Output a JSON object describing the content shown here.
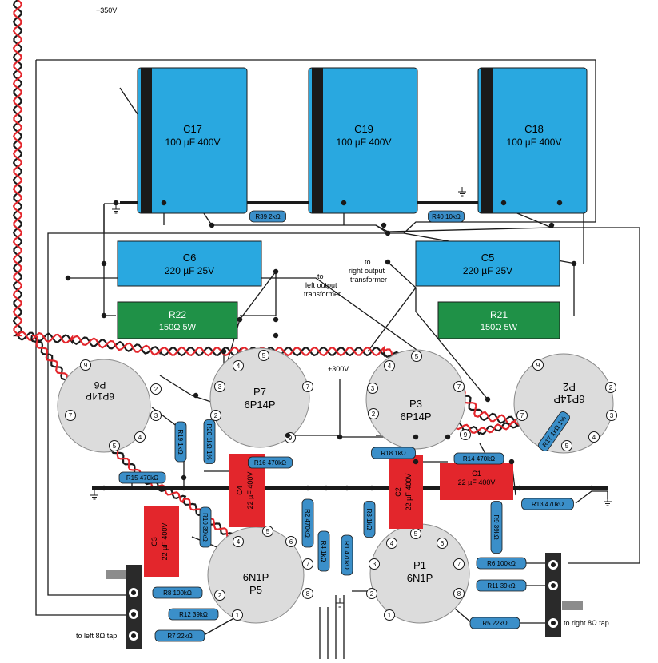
{
  "supply_label": "+350V",
  "b300_label": "+300V",
  "notes": {
    "left_out": [
      "to",
      "left output",
      "transformer"
    ],
    "right_out": [
      "to",
      "right output",
      "transformer"
    ],
    "left_tap": "to left 8Ω tap",
    "right_tap": "to right 8Ω tap"
  },
  "big_caps": [
    {
      "name": "C17",
      "value": "100 µF 400V"
    },
    {
      "name": "C19",
      "value": "100 µF 400V"
    },
    {
      "name": "C18",
      "value": "100 µF 400V"
    }
  ],
  "caps_25v": [
    {
      "name": "C6",
      "value": "220 µF 25V"
    },
    {
      "name": "C5",
      "value": "220 µF 25V"
    }
  ],
  "power_resistors": [
    {
      "name": "R22",
      "value": "150Ω 5W"
    },
    {
      "name": "R21",
      "value": "150Ω 5W"
    }
  ],
  "red_caps": [
    {
      "name": "C1",
      "value": "22 µF 400V"
    },
    {
      "name": "C2",
      "value": "22 µF 400V"
    },
    {
      "name": "C3",
      "value": "22 µF 400V"
    },
    {
      "name": "C4",
      "value": "22 µF 400V"
    }
  ],
  "tubes": [
    {
      "label": "P6",
      "type": "6P14P",
      "pins": [
        "9",
        "2",
        "3",
        "4",
        "5",
        "7"
      ]
    },
    {
      "label": "P7",
      "type": "6P14P",
      "pins": [
        "4",
        "5",
        "3",
        "7",
        "9",
        "2"
      ]
    },
    {
      "label": "P3",
      "type": "6P14P",
      "pins": [
        "4",
        "5",
        "3",
        "7",
        "2",
        "9"
      ]
    },
    {
      "label": "P2",
      "type": "6P14P",
      "pins": [
        "9",
        "2",
        "3",
        "4",
        "5",
        "7"
      ]
    },
    {
      "label": "P5",
      "type": "6N1P",
      "pins": [
        "5",
        "6",
        "7",
        "8",
        "2",
        "1",
        "4"
      ]
    },
    {
      "label": "P1",
      "type": "6N1P",
      "pins": [
        "5",
        "6",
        "3",
        "7",
        "8",
        "2",
        "1",
        "4"
      ]
    }
  ],
  "resistors": [
    {
      "key": "r39",
      "label": "R39 2kΩ"
    },
    {
      "key": "r40",
      "label": "R40 10kΩ"
    },
    {
      "key": "r19",
      "label": "R19 1kΩ"
    },
    {
      "key": "r20",
      "label": "R20 1kΩ 1%"
    },
    {
      "key": "r16",
      "label": "R16 470kΩ"
    },
    {
      "key": "r15",
      "label": "R15 470kΩ"
    },
    {
      "key": "r10",
      "label": "R10 39kΩ"
    },
    {
      "key": "r2",
      "label": "R2 470kΩ"
    },
    {
      "key": "r4",
      "label": "R4 1kΩ"
    },
    {
      "key": "r1",
      "label": "R1 470kΩ"
    },
    {
      "key": "r3",
      "label": "R3 1kΩ"
    },
    {
      "key": "r18",
      "label": "R18 1kΩ"
    },
    {
      "key": "r14",
      "label": "R14 470kΩ"
    },
    {
      "key": "r17",
      "label": "R17 1kΩ 1%"
    },
    {
      "key": "r13",
      "label": "R13 470kΩ"
    },
    {
      "key": "r9",
      "label": "R9 39kΩ"
    },
    {
      "key": "r6",
      "label": "R6 100kΩ"
    },
    {
      "key": "r11",
      "label": "R11 39kΩ"
    },
    {
      "key": "r5",
      "label": "R5 22kΩ"
    },
    {
      "key": "r8",
      "label": "R8 100kΩ"
    },
    {
      "key": "r12",
      "label": "R12 39kΩ"
    },
    {
      "key": "r7",
      "label": "R7 22kΩ"
    }
  ],
  "colors": {
    "board_blue": "#29a8e0",
    "cap_stripe": "#1a1a1a",
    "power_green": "#1f9147",
    "red_cap": "#e3262c",
    "tube_gray": "#dcdcdc",
    "resistor_blue": "#3b8fc9",
    "wire": "#1a1a1a",
    "wire_red": "#e3262c"
  }
}
